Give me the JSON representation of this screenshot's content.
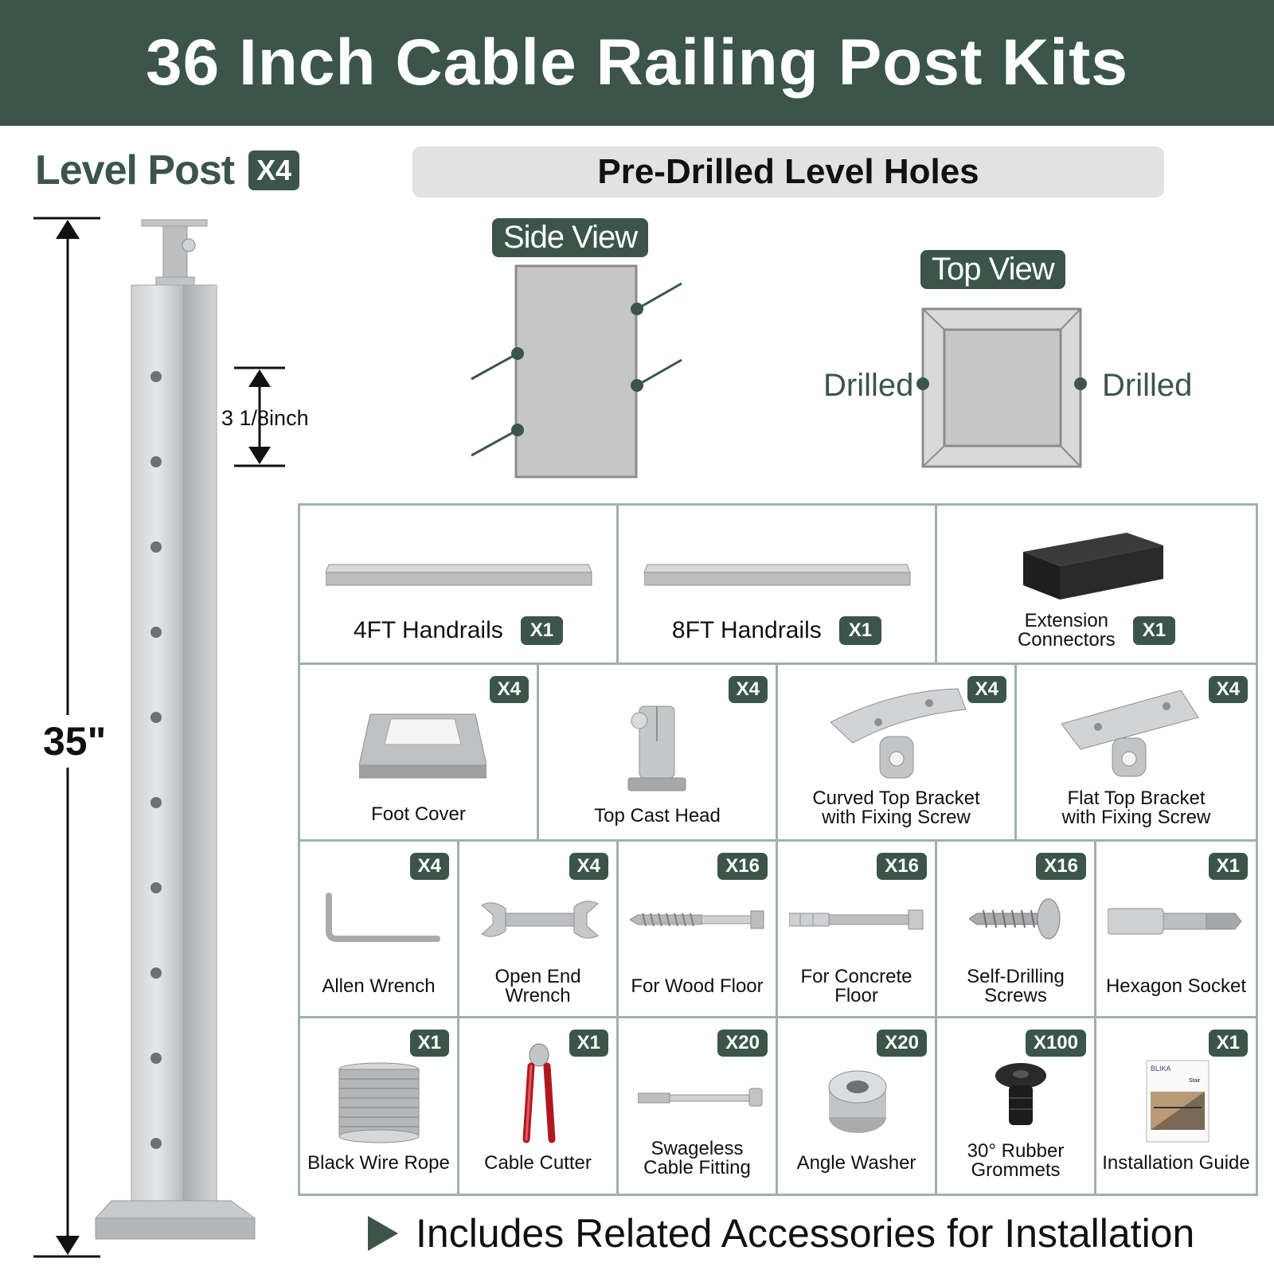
{
  "header": {
    "title": "36 Inch Cable Railing Post Kits"
  },
  "level_post": {
    "title": "Level Post",
    "qty": "X4",
    "height_label": "35\"",
    "spacing_label": "3 1/8inch"
  },
  "predrilled": {
    "title": "Pre-Drilled Level Holes"
  },
  "side_view": {
    "label": "Side View"
  },
  "top_view": {
    "label": "Top View",
    "left_label": "Drilled",
    "right_label": "Drilled"
  },
  "parts": {
    "handrail_4ft": {
      "name": "4FT Handrails",
      "qty": "X1"
    },
    "handrail_8ft": {
      "name": "8FT Handrails",
      "qty": "X1"
    },
    "extension": {
      "line1": "Extension",
      "line2": "Connectors",
      "qty": "X1"
    },
    "foot_cover": {
      "name": "Foot Cover",
      "qty": "X4"
    },
    "top_cast_head": {
      "name": "Top Cast Head",
      "qty": "X4"
    },
    "curved_bracket": {
      "line1": "Curved Top Bracket",
      "line2": "with Fixing Screw",
      "qty": "X4"
    },
    "flat_bracket": {
      "line1": "Flat Top Bracket",
      "line2": "with Fixing Screw",
      "qty": "X4"
    },
    "allen_wrench": {
      "name": "Allen Wrench",
      "qty": "X4"
    },
    "open_end_wrench": {
      "line1": "Open End",
      "line2": "Wrench",
      "qty": "X4"
    },
    "wood_floor": {
      "name": "For Wood Floor",
      "qty": "X16"
    },
    "concrete_floor": {
      "line1": "For Concrete",
      "line2": "Floor",
      "qty": "X16"
    },
    "self_drilling": {
      "line1": "Self-Drilling",
      "line2": "Screws",
      "qty": "X16"
    },
    "hex_socket": {
      "name": "Hexagon Socket",
      "qty": "X1"
    },
    "wire_rope": {
      "name": "Black Wire Rope",
      "qty": "X1"
    },
    "cable_cutter": {
      "name": "Cable Cutter",
      "qty": "X1"
    },
    "swageless": {
      "line1": "Swageless",
      "line2": "Cable Fitting",
      "qty": "X20"
    },
    "angle_washer": {
      "name": "Angle Washer",
      "qty": "X20"
    },
    "grommets": {
      "line1": "30° Rubber",
      "line2": "Grommets",
      "qty": "X100"
    },
    "install_guide": {
      "name": "Installation Guide",
      "qty": "X1",
      "brand": "BLIKA",
      "doc_title": "Stair"
    }
  },
  "footer": {
    "text": "Includes Related Accessories for Installation"
  },
  "colors": {
    "brand_green": "#3b554a",
    "grid_border": "#9eb3a8",
    "steel": "#c8c9cb"
  }
}
